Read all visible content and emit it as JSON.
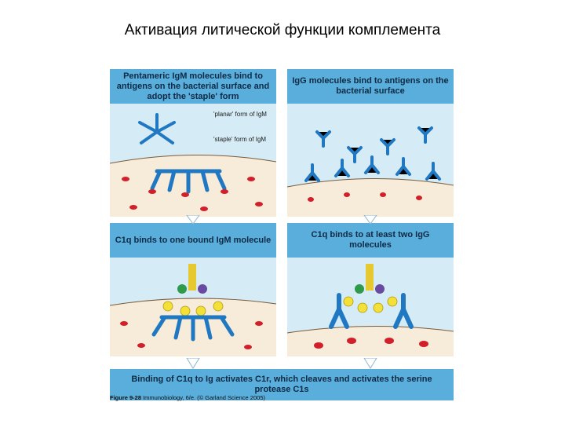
{
  "slide": {
    "title": "Активация литической функции комплемента"
  },
  "panels": {
    "top_left": {
      "banner": "Pentameric IgM molecules bind to antigens on the bacterial surface and adopt the 'staple' form",
      "label_planar": "'planar' form of IgM",
      "label_staple": "'staple' form of IgM"
    },
    "top_right": {
      "banner": "IgG molecules bind to antigens on the bacterial surface"
    },
    "middle_left": {
      "banner": "C1q binds to one bound IgM molecule"
    },
    "middle_right": {
      "banner": "C1q binds to at least two IgG molecules"
    },
    "bottom": {
      "banner": "Binding of C1q to Ig activates C1r, which cleaves and activates the serine protease C1s"
    }
  },
  "caption": {
    "figure_ref": "Figure 9-28",
    "text": " Immunobiology, 6/e. (© Garland Science 2005)"
  },
  "colors": {
    "panel_bg": "#d5ebf6",
    "banner_bg": "#5aaedc",
    "antibody": "#1f78c1",
    "antigen": "#d21f2a",
    "surface": "#f7ecd9",
    "c1q_stalk": "#e6c830",
    "c1q_heads": "#f3e13a",
    "c1r_c1s_green": "#2e9a4a",
    "c1r_c1s_purple": "#6a4aa0"
  }
}
